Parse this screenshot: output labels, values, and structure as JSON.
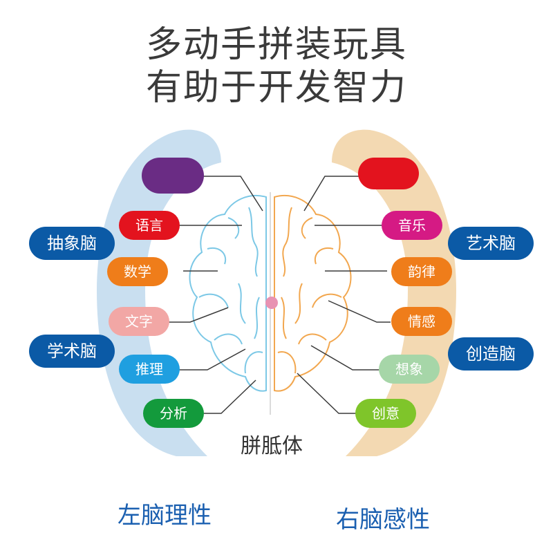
{
  "title": {
    "line1": "多动手拼装玩具",
    "line2": "有助于开发智力"
  },
  "left_side_labels": [
    "抽象脑",
    "学术脑"
  ],
  "right_side_labels": [
    "艺术脑",
    "创造脑"
  ],
  "left_pills": [
    "",
    "语言",
    "数学",
    "文字",
    "推理",
    "分析"
  ],
  "right_pills": [
    "",
    "音乐",
    "韵律",
    "情感",
    "想象",
    "创意"
  ],
  "callosum_label": "胼胝体",
  "bottom": {
    "left": "左脑理性",
    "right": "右脑感性"
  },
  "colors": {
    "left_band": "#c9dff0",
    "right_band": "#f3d9b2",
    "side_label": "#0b5aa6",
    "left_pill_colors": [
      "#6a2c84",
      "#e3131e",
      "#ef7d1a",
      "#f2a7a5",
      "#1f9fe0",
      "#139a3c"
    ],
    "right_pill_colors": [
      "#e3131e",
      "#d51a84",
      "#ef7d1a",
      "#ef7d1a",
      "#a6d6a8",
      "#7fc52a"
    ],
    "left_brain": "#7cc8e6",
    "right_brain": "#f2a74f",
    "callosum_dot": "#e892b2"
  }
}
